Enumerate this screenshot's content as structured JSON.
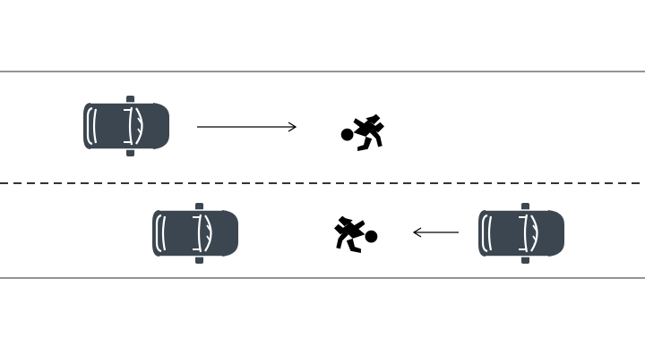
{
  "scene": {
    "description_elements": [
      {
        "kind": "car",
        "lane": "upper",
        "facing": "right"
      },
      {
        "kind": "pedestrian",
        "lane": "upper",
        "facing": "right"
      },
      {
        "kind": "motion-arrow",
        "lane": "upper",
        "direction": "right"
      },
      {
        "kind": "car",
        "lane": "lower",
        "facing": "right"
      },
      {
        "kind": "pedestrian",
        "lane": "lower",
        "facing": "left"
      },
      {
        "kind": "motion-arrow",
        "lane": "lower",
        "direction": "left"
      },
      {
        "kind": "car",
        "lane": "lower",
        "facing": "right"
      }
    ]
  },
  "colors": {
    "car_body": "#3b4650",
    "car_trim": "#ffffff",
    "pedestrian": "#000000",
    "road_line": "#555555",
    "arrow": "#000000",
    "background": "#ffffff"
  },
  "icons": {
    "car": "car-top-view-icon",
    "pedestrian": "running-person-icon"
  }
}
